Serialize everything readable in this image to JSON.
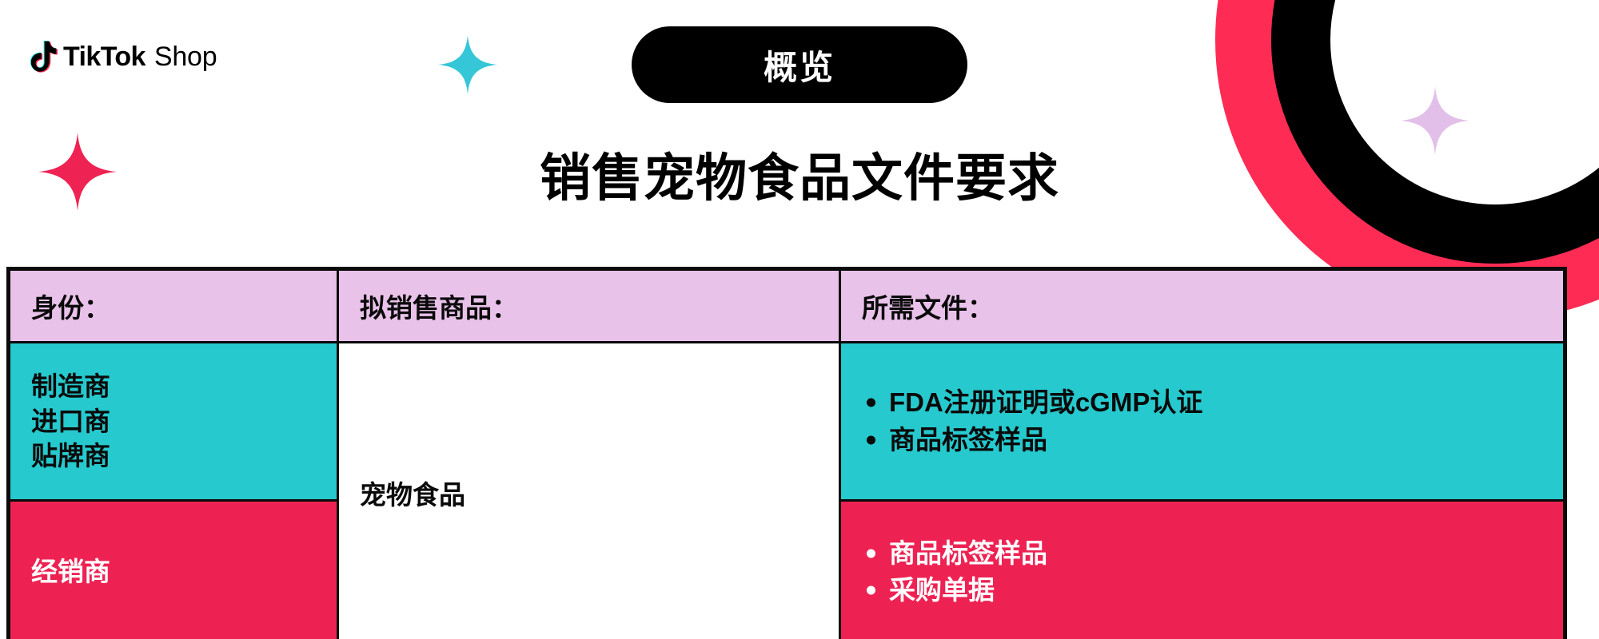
{
  "brand": {
    "logo_primary": "TikTok",
    "logo_secondary": "Shop",
    "note_icon": "tiktok-music-note-icon"
  },
  "header": {
    "badge_label": "概览",
    "title": "销售宠物食品文件要求"
  },
  "colors": {
    "accent_red": "#fe2c55",
    "accent_teal": "#26c9cd",
    "row_teal": "#26c9cd",
    "row_red": "#ed2253",
    "header_lavender": "#e9c2ea",
    "sparkle_red": "#ee2353",
    "sparkle_teal": "#35c6d8",
    "sparkle_lavender": "#e2bfe8",
    "border_black": "#0a0a0a",
    "text_dark": "#0a0a0a",
    "text_light": "#ffffff"
  },
  "decorations": [
    {
      "name": "sparkle-teal-top",
      "color": "#35c6d8"
    },
    {
      "name": "sparkle-red-left",
      "color": "#ee2353"
    },
    {
      "name": "sparkle-lavender-right",
      "color": "#e2bfe8"
    },
    {
      "name": "corner-arc-red",
      "color": "#fe2c55"
    },
    {
      "name": "corner-arc-black",
      "color": "#000000"
    }
  ],
  "table": {
    "headers": [
      "身份：",
      "拟销售商品：",
      "所需文件："
    ],
    "merged_product_cell": "宠物食品",
    "rows": [
      {
        "theme": "teal",
        "party_lines": [
          "制造商",
          "进口商",
          "贴牌商"
        ],
        "documents": [
          "FDA注册证明或cGMP认证",
          "商品标签样品"
        ]
      },
      {
        "theme": "red",
        "party_lines": [
          "经销商"
        ],
        "documents": [
          "商品标签样品",
          "采购单据"
        ]
      }
    ]
  }
}
